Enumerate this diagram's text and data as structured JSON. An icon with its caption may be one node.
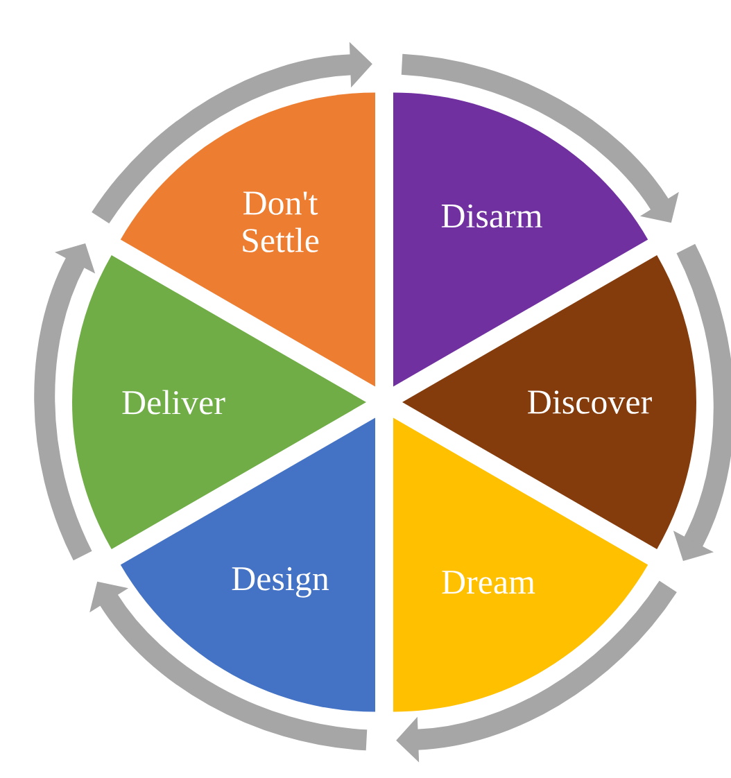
{
  "diagram": {
    "nodes": [
      {
        "text": [
          "Disarm"
        ]
      },
      {
        "text": [
          "Discover"
        ]
      },
      {
        "text": [
          "Dream"
        ]
      },
      {
        "text": [
          "Design"
        ]
      },
      {
        "text": [
          "Deliver"
        ]
      },
      {
        "text": [
          "Don't Settle"
        ]
      }
    ]
  }
}
